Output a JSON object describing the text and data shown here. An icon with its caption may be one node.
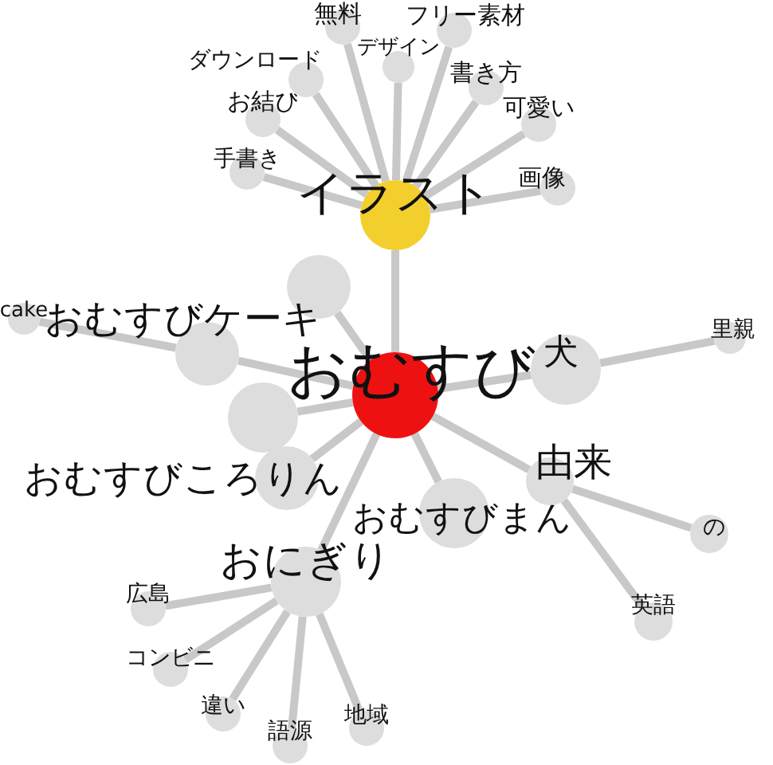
{
  "diagram": {
    "nodes": [
      {
        "text": [
          "おむすび"
        ]
      },
      {
        "text": [
          "イラスト"
        ]
      },
      {
        "text": [
          "手書き"
        ]
      },
      {
        "text": [
          "お結び"
        ]
      },
      {
        "text": [
          "ダウンロード"
        ]
      },
      {
        "text": [
          "無料"
        ]
      },
      {
        "text": [
          "デザイン"
        ]
      },
      {
        "text": [
          "フリー素材"
        ]
      },
      {
        "text": [
          "書き方"
        ]
      },
      {
        "text": [
          "可愛い"
        ]
      },
      {
        "text": [
          "画像"
        ]
      },
      {
        "text": [
          "cake"
        ]
      },
      {
        "text": [],
        "shape": "circle"
      },
      {
        "text": [
          "おむすびケーキ"
        ]
      },
      {
        "text": [],
        "shape": "circle"
      },
      {
        "text": [
          "犬"
        ]
      },
      {
        "text": [
          "里親"
        ]
      },
      {
        "text": [
          "おむすびころりん"
        ]
      },
      {
        "text": [
          "おむすびまん"
        ]
      },
      {
        "text": [
          "由来"
        ]
      },
      {
        "text": [
          "の"
        ]
      },
      {
        "text": [
          "英語"
        ]
      },
      {
        "text": [
          "おにぎり"
        ]
      },
      {
        "text": [
          "広島"
        ]
      },
      {
        "text": [
          "コンビニ"
        ]
      },
      {
        "text": [
          "違い"
        ]
      },
      {
        "text": [
          "語源"
        ]
      },
      {
        "text": [
          "地域"
        ]
      }
    ],
    "edges": [
      {
        "from": 0,
        "to": 1,
        "arrow": "none"
      },
      {
        "from": 1,
        "to": 2,
        "arrow": "none"
      },
      {
        "from": 1,
        "to": 3,
        "arrow": "none"
      },
      {
        "from": 1,
        "to": 4,
        "arrow": "none"
      },
      {
        "from": 1,
        "to": 5,
        "arrow": "none"
      },
      {
        "from": 1,
        "to": 6,
        "arrow": "none"
      },
      {
        "from": 1,
        "to": 7,
        "arrow": "none"
      },
      {
        "from": 1,
        "to": 8,
        "arrow": "none"
      },
      {
        "from": 1,
        "to": 9,
        "arrow": "none"
      },
      {
        "from": 1,
        "to": 10,
        "arrow": "none"
      },
      {
        "from": 0,
        "to": 13,
        "arrow": "none"
      },
      {
        "from": 13,
        "to": 11,
        "arrow": "none"
      },
      {
        "from": 0,
        "to": 12,
        "arrow": "none"
      },
      {
        "from": 0,
        "to": 14,
        "arrow": "none"
      },
      {
        "from": 0,
        "to": 15,
        "arrow": "none"
      },
      {
        "from": 15,
        "to": 16,
        "arrow": "none"
      },
      {
        "from": 0,
        "to": 17,
        "arrow": "none"
      },
      {
        "from": 0,
        "to": 18,
        "arrow": "none"
      },
      {
        "from": 0,
        "to": 19,
        "arrow": "none"
      },
      {
        "from": 19,
        "to": 20,
        "arrow": "none"
      },
      {
        "from": 19,
        "to": 21,
        "arrow": "none"
      },
      {
        "from": 0,
        "to": 22,
        "arrow": "none"
      },
      {
        "from": 22,
        "to": 23,
        "arrow": "none"
      },
      {
        "from": 22,
        "to": 24,
        "arrow": "none"
      },
      {
        "from": 22,
        "to": 25,
        "arrow": "none"
      },
      {
        "from": 22,
        "to": 26,
        "arrow": "none"
      },
      {
        "from": 22,
        "to": 27,
        "arrow": "none"
      }
    ]
  }
}
